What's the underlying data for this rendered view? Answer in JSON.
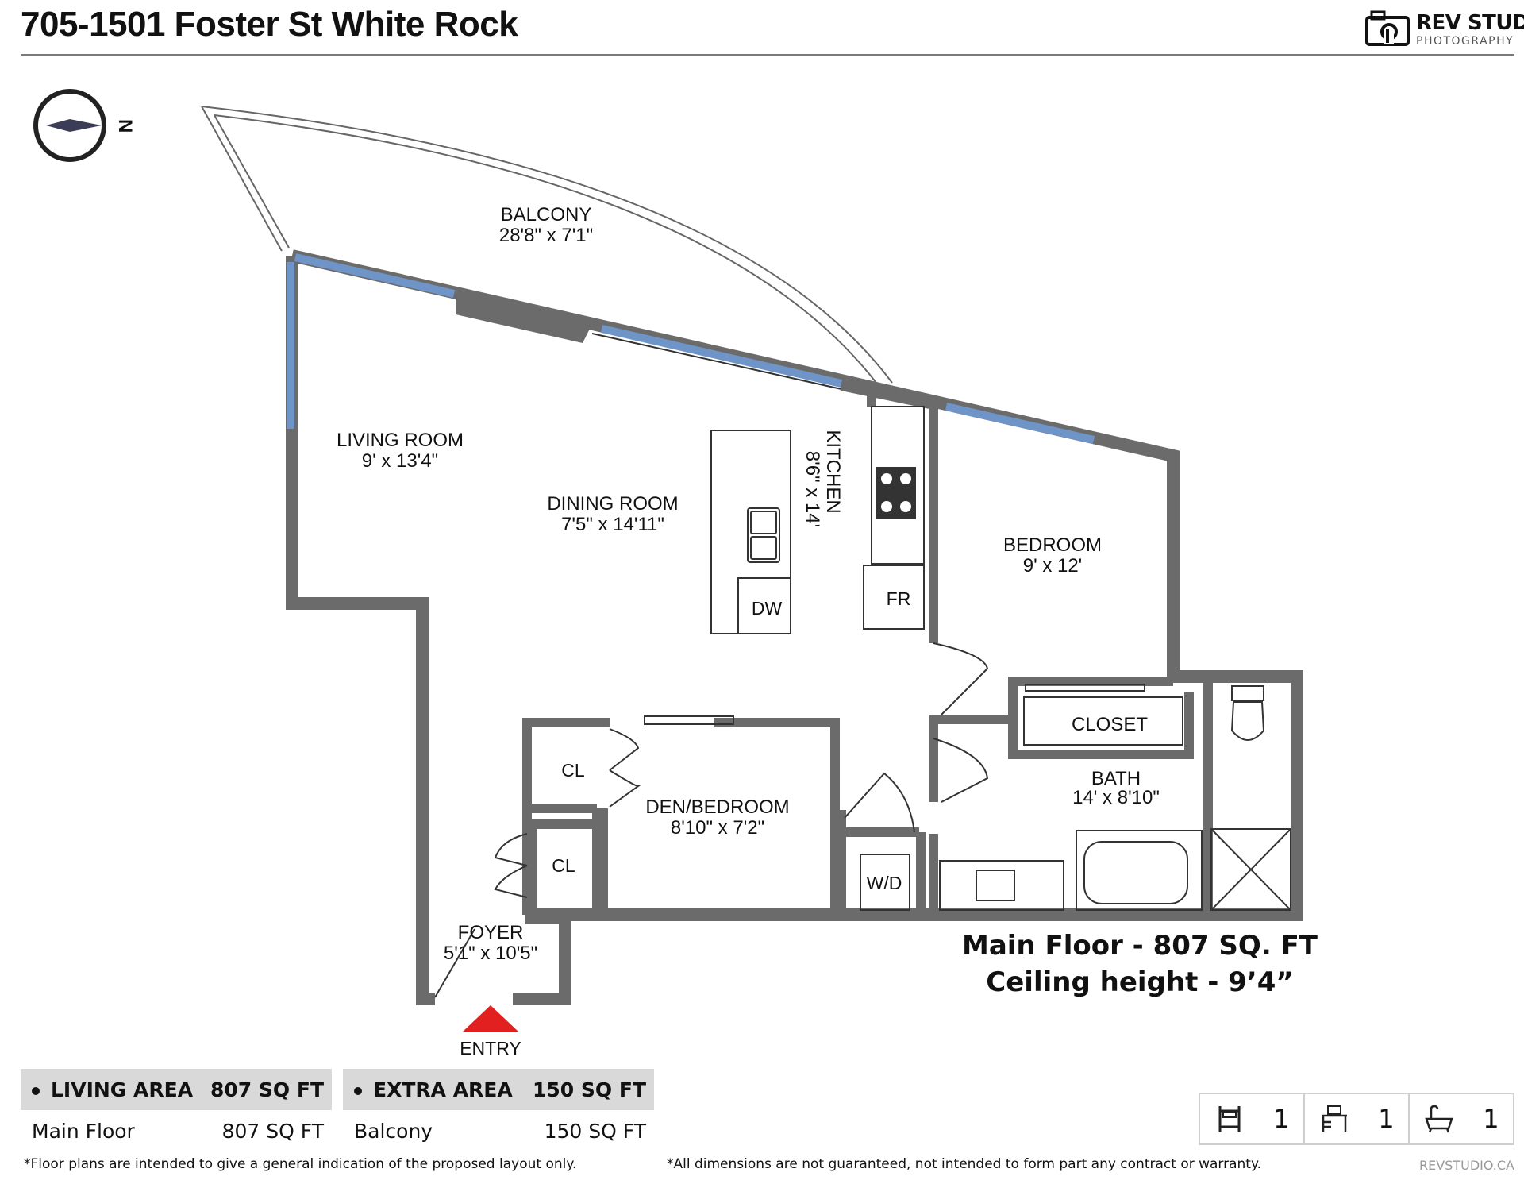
{
  "header": {
    "title": "705-1501 Foster St White Rock",
    "logo_main": "REV STUDIO",
    "logo_sub": "PHOTOGRAPHY"
  },
  "compass": {
    "label": "N"
  },
  "rooms": {
    "balcony": {
      "name": "BALCONY",
      "dims": "28'8\" x 7'1\""
    },
    "living": {
      "name": "LIVING ROOM",
      "dims": "9' x 13'4\""
    },
    "dining": {
      "name": "DINING ROOM",
      "dims": "7'5\" x 14'11\""
    },
    "kitchen": {
      "name": "KITCHEN",
      "dims": "8'6\" x 14'"
    },
    "bedroom": {
      "name": "BEDROOM",
      "dims": "9' x 12'"
    },
    "closet": {
      "name": "CLOSET"
    },
    "bath": {
      "name": "BATH",
      "dims": "14' x 8'10\""
    },
    "den": {
      "name": "DEN/BEDROOM",
      "dims": "8'10\" x 7'2\""
    },
    "foyer": {
      "name": "FOYER",
      "dims": "5'1\" x 10'5\""
    },
    "cl1": "CL",
    "cl2": "CL",
    "dw": "DW",
    "fr": "FR",
    "wd": "W/D"
  },
  "entry_label": "ENTRY",
  "summary": {
    "line1": "Main Floor - 807 SQ. FT",
    "line2": "Ceiling height - 9’4”"
  },
  "living_area": {
    "header_label": "LIVING AREA",
    "header_value": "807 SQ FT",
    "row_label": "Main Floor",
    "row_value": "807 SQ FT"
  },
  "extra_area": {
    "header_label": "EXTRA AREA",
    "header_value": "150 SQ FT",
    "row_label": "Balcony",
    "row_value": "150 SQ FT"
  },
  "counts": {
    "beds": "1",
    "desks": "1",
    "baths": "1"
  },
  "footer": {
    "left": "*Floor plans are intended to give a general indication of the proposed layout only.",
    "right": "*All dimensions are not guaranteed, not intended to form part any contract or warranty.",
    "site": "REVSTUDIO.CA"
  },
  "colors": {
    "wall": "#6b6b6b",
    "window": "#6f95c8",
    "entry": "#e32020"
  }
}
